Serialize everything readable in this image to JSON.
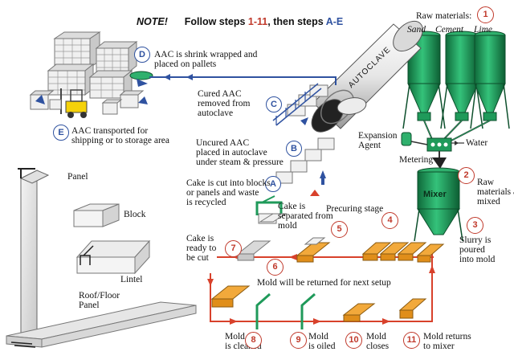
{
  "note": {
    "prefix": "NOTE!",
    "text1": "Follow steps ",
    "range1": "1-11",
    "text2": ", then steps ",
    "range2": "A-E"
  },
  "raw_materials": {
    "title": "Raw materials:",
    "sand": "Sand",
    "cement": "Cement",
    "lime": "Lime"
  },
  "labels": {
    "expansion_agent": "Expansion\nAgent",
    "water": "Water",
    "metering": "Metering",
    "mixer": "Mixer",
    "autoclave": "AUTOCLAVE",
    "panel": "Panel",
    "block": "Block",
    "lintel": "Lintel",
    "roof_floor_panel": "Roof/Floor\nPanel"
  },
  "steps": [
    {
      "id": "1",
      "text": ""
    },
    {
      "id": "2",
      "text": "Raw\nmaterials are\nmixed"
    },
    {
      "id": "3",
      "text": "Slurry is\npoured\ninto mold"
    },
    {
      "id": "4",
      "text": "Precuring stage"
    },
    {
      "id": "5",
      "text": "Cake is\nseparated from\nmold"
    },
    {
      "id": "6",
      "text": "Mold will be returned for next setup"
    },
    {
      "id": "7",
      "text": "Cake is\nready to\nbe cut"
    },
    {
      "id": "8",
      "text": "Mold\nis cleaned"
    },
    {
      "id": "9",
      "text": "Mold\nis oiled"
    },
    {
      "id": "10",
      "text": "Mold\ncloses"
    },
    {
      "id": "11",
      "text": "Mold returns\nto mixer"
    }
  ],
  "stepsAE": [
    {
      "id": "A",
      "text": "Cake is cut into blocks\nor panels and waste\nis recycled"
    },
    {
      "id": "B",
      "text": "Uncured AAC\nplaced in autoclave\nunder steam & pressure"
    },
    {
      "id": "C",
      "text": "Cured AAC\nremoved from\nautoclave"
    },
    {
      "id": "D",
      "text": "AAC is shrink wrapped and\nplaced on pallets"
    },
    {
      "id": "E",
      "text": "AAC transported for\nshipping or to storage area"
    }
  ],
  "colors": {
    "red_step": "#c0392b",
    "blue_step": "#2f52a0",
    "silo_green": "#1f9a5a",
    "mold_orange": "#f2a93b",
    "conveyor_red": "#d8412b",
    "rail_blue": "#2f52a0"
  }
}
